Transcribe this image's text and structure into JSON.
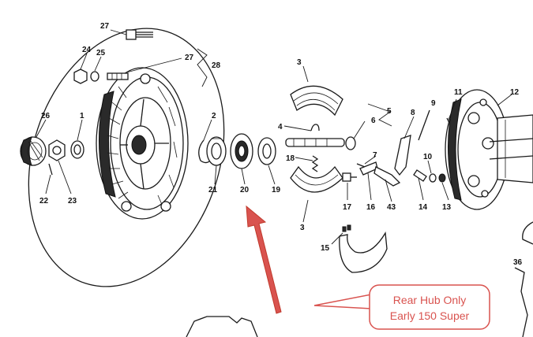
{
  "parts": [
    {
      "id": "p27a",
      "label": "27"
    },
    {
      "id": "p24",
      "label": "24"
    },
    {
      "id": "p25",
      "label": "25"
    },
    {
      "id": "p27b",
      "label": "27"
    },
    {
      "id": "p28",
      "label": "28"
    },
    {
      "id": "p26",
      "label": "26"
    },
    {
      "id": "p1",
      "label": "1"
    },
    {
      "id": "p2",
      "label": "2"
    },
    {
      "id": "p22",
      "label": "22"
    },
    {
      "id": "p23",
      "label": "23"
    },
    {
      "id": "p21",
      "label": "21"
    },
    {
      "id": "p20",
      "label": "20"
    },
    {
      "id": "p19",
      "label": "19"
    },
    {
      "id": "p3a",
      "label": "3"
    },
    {
      "id": "p4",
      "label": "4"
    },
    {
      "id": "p18",
      "label": "18"
    },
    {
      "id": "p3b",
      "label": "3"
    },
    {
      "id": "p5",
      "label": "5"
    },
    {
      "id": "p6",
      "label": "6"
    },
    {
      "id": "p7",
      "label": "7"
    },
    {
      "id": "p17",
      "label": "17"
    },
    {
      "id": "p16",
      "label": "16"
    },
    {
      "id": "p43",
      "label": "43"
    },
    {
      "id": "p15",
      "label": "15"
    },
    {
      "id": "p8",
      "label": "8"
    },
    {
      "id": "p9",
      "label": "9"
    },
    {
      "id": "p11",
      "label": "11"
    },
    {
      "id": "p12",
      "label": "12"
    },
    {
      "id": "p10",
      "label": "10"
    },
    {
      "id": "p14",
      "label": "14"
    },
    {
      "id": "p13",
      "label": "13"
    },
    {
      "id": "p36",
      "label": "36"
    }
  ],
  "callout": {
    "line1": "Rear Hub Only",
    "line2": "Early 150 Super",
    "color": "#d9534f"
  }
}
